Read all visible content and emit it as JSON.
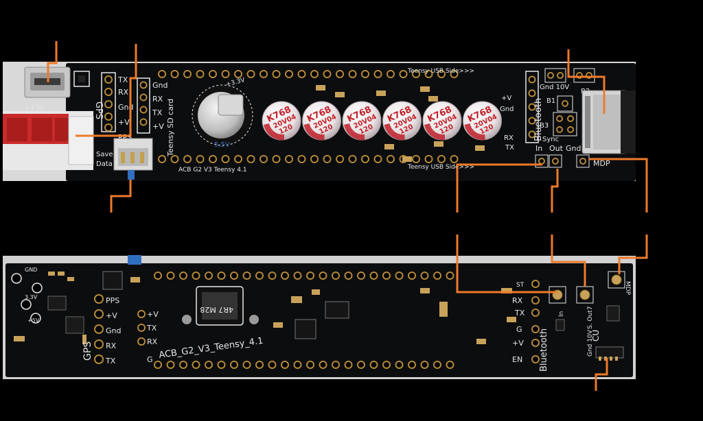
{
  "colors": {
    "background": "#000000",
    "pcb": "#0c0d0f",
    "silkscreen": "#e8e8e8",
    "callout": "#ee7a2a",
    "pad": "#b58a3a",
    "capacitor": "#e9e1e3",
    "capacitor_mark": "#c0202a"
  },
  "top_board": {
    "labels": {
      "gps_port": [
        "TX",
        "RX",
        "Gnd",
        "+V",
        "PPS"
      ],
      "gps_title": "GPS",
      "right_port": [
        "Gnd",
        "RX",
        "TX",
        "+V"
      ],
      "sd_card": "Teensy SD card",
      "usb_side": "Teensy USB Side>>>",
      "usb_side_bottom": "Teensy USB Side>>>",
      "battery_voltage": "+3.3V",
      "batt_bottom": "5.5V",
      "vin": "+3-5V",
      "save": "Save",
      "data": "Data",
      "bluetooth": "Bluetooth",
      "bt_pins": [
        "+V",
        "Gnd",
        "RX",
        "TX"
      ],
      "sync": "Sync",
      "in": "In",
      "out": "Out",
      "gnd": "Gnd",
      "mdp": "MDP",
      "gnd_10v": "Gnd 10V",
      "b1": "B1",
      "b2": "B2",
      "b3": "B3",
      "acb_top": "ACB G2 V3 Teensy 4.1"
    },
    "capacitors": [
      {
        "brand": "K",
        "code": "768",
        "rating": "20V04",
        "value": "120"
      },
      {
        "brand": "K",
        "code": "768",
        "rating": "20V04",
        "value": "120"
      },
      {
        "brand": "K",
        "code": "768",
        "rating": "20V04",
        "value": "120"
      },
      {
        "brand": "K",
        "code": "768",
        "rating": "20V04",
        "value": "120"
      },
      {
        "brand": "K",
        "code": "768",
        "rating": "20V04",
        "value": "120"
      },
      {
        "brand": "K",
        "code": "768",
        "rating": "20V04",
        "value": "120"
      }
    ]
  },
  "bottom_board": {
    "labels": {
      "title": "ACB_G2_V3_Teensy_4.1",
      "gps_port": [
        "PPS",
        "+V",
        "Gnd",
        "RX",
        "TX"
      ],
      "gps_title": "GPS",
      "side_port": [
        "+V",
        "TX",
        "RX",
        "G"
      ],
      "left_tiny": [
        "GND",
        "3.3V",
        "+5V"
      ],
      "inductor": "4R7 M28",
      "right_pins": [
        "ST",
        "RX",
        "TX",
        "G",
        "+V",
        "EN"
      ],
      "bluetooth": "Bluetooth",
      "sync_out": "S. Out7",
      "in": "In",
      "mdp": "MDP",
      "gnd_10v": "Gnd 10V",
      "cu": "CU"
    }
  }
}
